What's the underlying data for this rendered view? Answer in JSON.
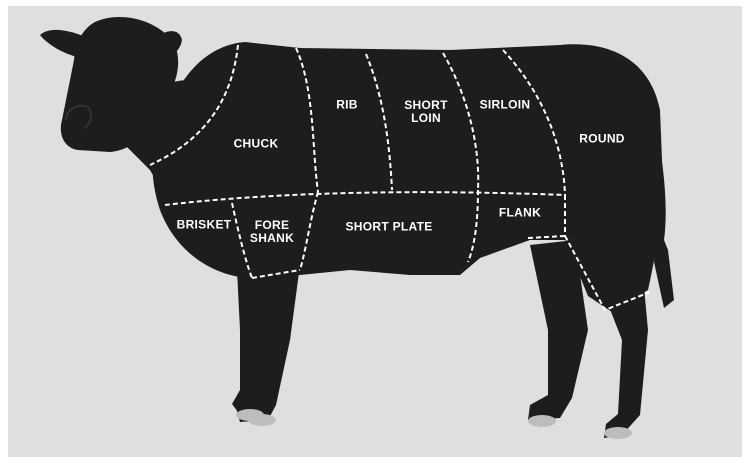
{
  "diagram": {
    "colors": {
      "background": "#dfdfdf",
      "cow": "#1d1d1d",
      "cut_lines": "#ffffff",
      "labels": "#ffffff"
    },
    "cuts": {
      "chuck": "CHUCK",
      "rib": "RIB",
      "short_loin": "SHORT\nLOIN",
      "sirloin": "SIRLOIN",
      "round": "ROUND",
      "brisket": "BRISKET",
      "fore_shank": "FORE\nSHANK",
      "short_plate": "SHORT PLATE",
      "flank": "FLANK"
    }
  }
}
